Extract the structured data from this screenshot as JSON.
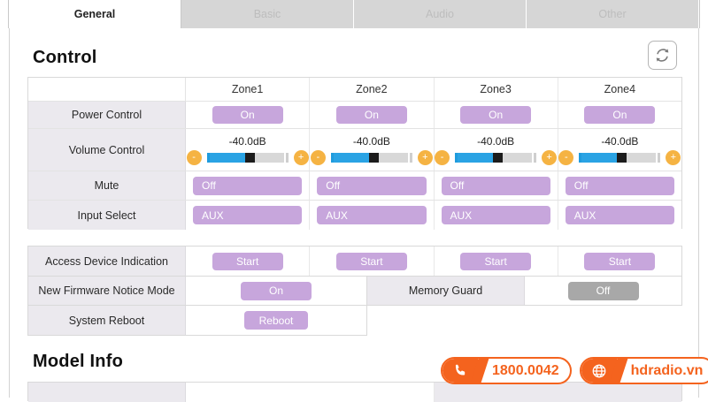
{
  "tabs": [
    {
      "label": "General",
      "active": true
    },
    {
      "label": "Basic",
      "active": false
    },
    {
      "label": "Audio",
      "active": false
    },
    {
      "label": "Other",
      "active": false
    }
  ],
  "control": {
    "title": "Control",
    "refresh_icon": "refresh-icon",
    "zone_headers": [
      "Zone1",
      "Zone2",
      "Zone3",
      "Zone4"
    ],
    "rows": [
      {
        "label": "Power Control",
        "values": [
          "On",
          "On",
          "On",
          "On"
        ]
      },
      {
        "label": "Volume Control",
        "values": [
          "-40.0dB",
          "-40.0dB",
          "-40.0dB",
          "-40.0dB"
        ],
        "minus_label": "-",
        "plus_label": "+",
        "fill_percent": 55
      },
      {
        "label": "Mute",
        "values": [
          "Off",
          "Off",
          "Off",
          "Off"
        ]
      },
      {
        "label": "Input Select",
        "values": [
          "AUX",
          "AUX",
          "AUX",
          "AUX"
        ]
      }
    ]
  },
  "system": {
    "access_device": {
      "label": "Access Device Indication",
      "values": [
        "Start",
        "Start",
        "Start",
        "Start"
      ]
    },
    "firmware": {
      "label": "New Firmware Notice Mode",
      "value": "On"
    },
    "memory_guard": {
      "label": "Memory Guard",
      "value": "Off"
    },
    "reboot": {
      "label": "System Reboot",
      "value": "Reboot"
    }
  },
  "model_info": {
    "title": "Model Info"
  },
  "watermark": {
    "phone_icon": "phone-icon",
    "phone": "1800.0042",
    "globe_icon": "globe-icon",
    "site": "hdradio.vn"
  },
  "colors": {
    "purple": "#c7a6dc",
    "gray_button": "#a8a8a8",
    "orange": "#f4631e",
    "slider_blue": "#2aa3e4",
    "stepper_orange": "#f5b343"
  }
}
